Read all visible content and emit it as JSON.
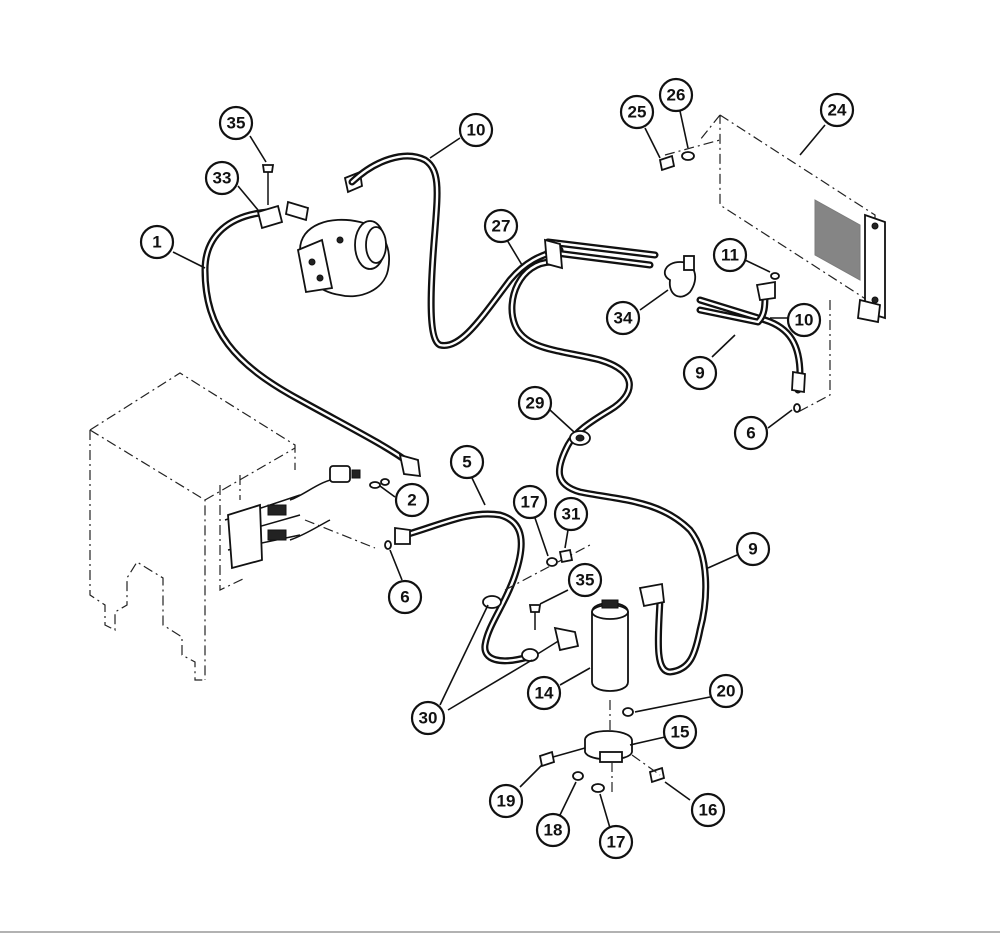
{
  "callouts": [
    {
      "id": "c35a",
      "label": "35"
    },
    {
      "id": "c33",
      "label": "33"
    },
    {
      "id": "c1",
      "label": "1"
    },
    {
      "id": "c10a",
      "label": "10"
    },
    {
      "id": "c27",
      "label": "27"
    },
    {
      "id": "c25",
      "label": "25"
    },
    {
      "id": "c26",
      "label": "26"
    },
    {
      "id": "c24",
      "label": "24"
    },
    {
      "id": "c11",
      "label": "11"
    },
    {
      "id": "c34",
      "label": "34"
    },
    {
      "id": "c10b",
      "label": "10"
    },
    {
      "id": "c9a",
      "label": "9"
    },
    {
      "id": "c6a",
      "label": "6"
    },
    {
      "id": "c29",
      "label": "29"
    },
    {
      "id": "c2",
      "label": "2"
    },
    {
      "id": "c5",
      "label": "5"
    },
    {
      "id": "c17a",
      "label": "17"
    },
    {
      "id": "c31",
      "label": "31"
    },
    {
      "id": "c9b",
      "label": "9"
    },
    {
      "id": "c6b",
      "label": "6"
    },
    {
      "id": "c35b",
      "label": "35"
    },
    {
      "id": "c30",
      "label": "30"
    },
    {
      "id": "c14",
      "label": "14"
    },
    {
      "id": "c20",
      "label": "20"
    },
    {
      "id": "c15",
      "label": "15"
    },
    {
      "id": "c19",
      "label": "19"
    },
    {
      "id": "c16",
      "label": "16"
    },
    {
      "id": "c18",
      "label": "18"
    },
    {
      "id": "c17b",
      "label": "17"
    }
  ]
}
